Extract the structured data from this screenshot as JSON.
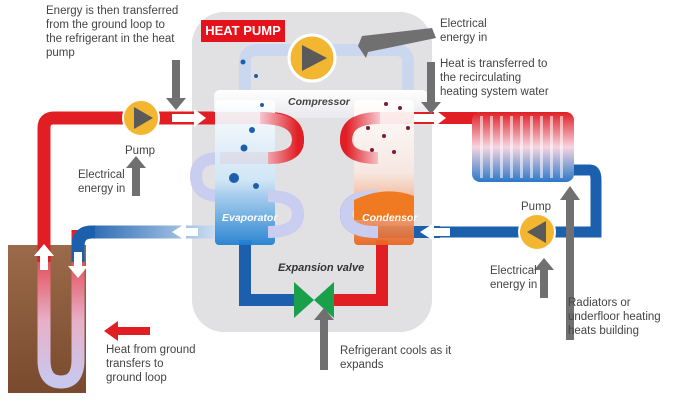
{
  "title": "HEAT PUMP",
  "components": {
    "compressor": "Compressor",
    "evaporator": "Evaporator",
    "condensor": "Condensor",
    "expansion_valve": "Expansion valve"
  },
  "labels": {
    "energy_transfer": "Energy is then transferred\nfrom the ground loop to\nthe refrigerant in the heat\npump",
    "electrical_top": "Electrical\nenergy in",
    "heat_transferred": "Heat is transferred to\nthe recirculating\nheating system water",
    "pump_left": "Pump",
    "electrical_left": "Electrical\nenergy in",
    "pump_right": "Pump",
    "electrical_right": "Electrical\nenergy in",
    "radiators": "Radiators or\nunderfloor heating\nheats building",
    "refrigerant_cools": "Refrigerant cools as it\nexpands",
    "heat_from_ground": "Heat from ground\ntransfers to\nground loop"
  },
  "colors": {
    "hot": "#e01e24",
    "cold": "#1c5fad",
    "pump_yellow": "#f2b630",
    "valve_green": "#1aa04a",
    "title_red": "#e3121b",
    "ground_brown": "#8b5a3c",
    "arrow_gray": "#707070"
  }
}
